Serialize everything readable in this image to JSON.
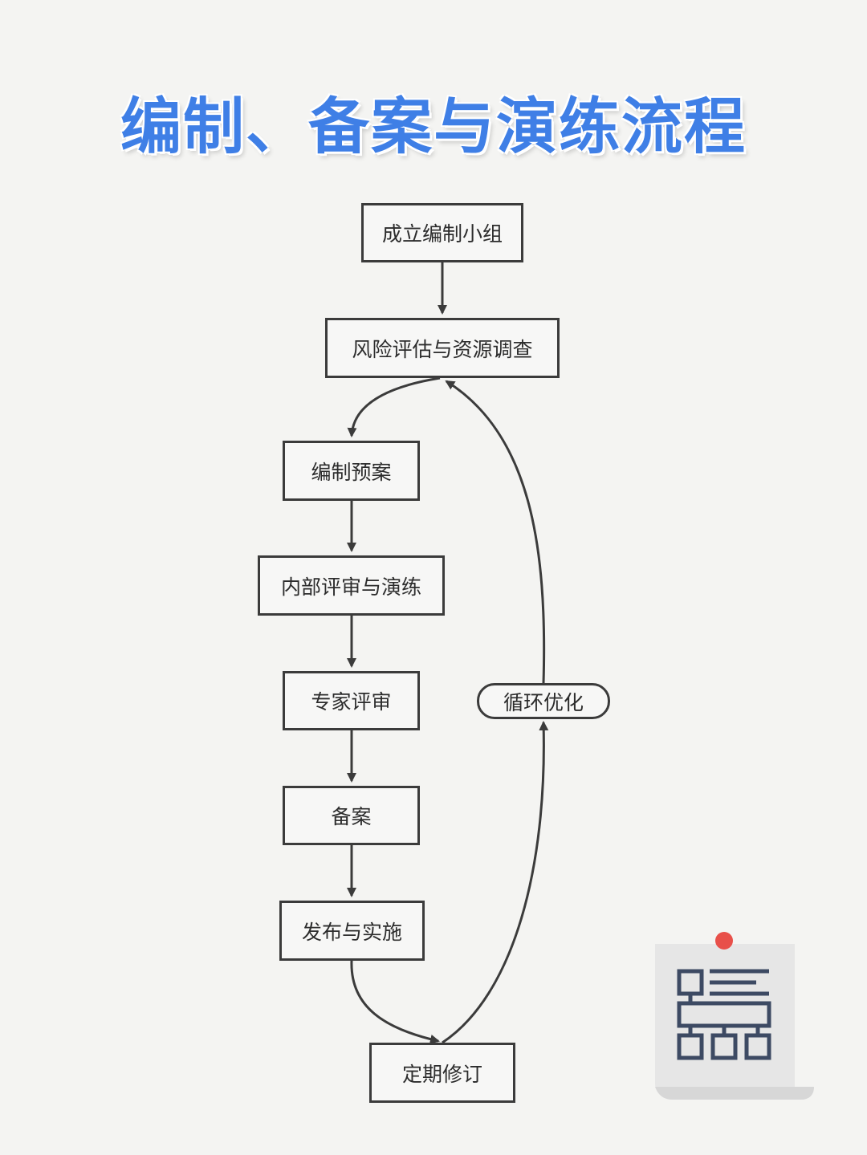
{
  "title": "编制、备案与演练流程",
  "steps": [
    {
      "id": "form-team",
      "label": "成立编制小组"
    },
    {
      "id": "risk-assessment",
      "label": "风险评估与资源调查"
    },
    {
      "id": "compile-plan",
      "label": "编制预案"
    },
    {
      "id": "internal-review",
      "label": "内部评审与演练"
    },
    {
      "id": "expert-review",
      "label": "专家评审"
    },
    {
      "id": "filing",
      "label": "备案"
    },
    {
      "id": "publish-implement",
      "label": "发布与实施"
    },
    {
      "id": "periodic-revision",
      "label": "定期修订"
    }
  ],
  "loop_label": "循环优化",
  "colors": {
    "title": "#3f7fe6",
    "stroke": "#3b3b3b",
    "background": "#f4f4f2",
    "icon_accent": "#e8504a",
    "icon_stroke": "#3d4a63"
  },
  "icons": {
    "corner_icon": "document-flowchart-icon"
  }
}
